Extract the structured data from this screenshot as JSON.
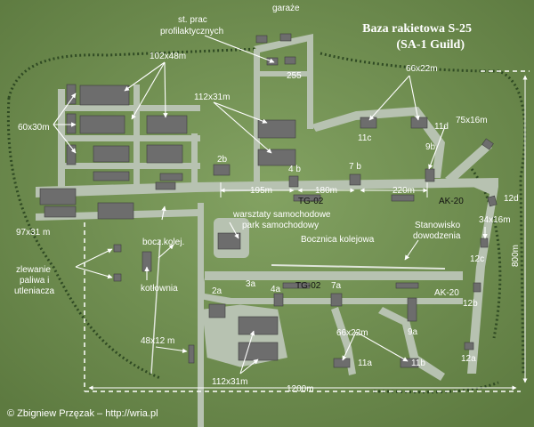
{
  "title": {
    "line1": "Baza rakietowa S-25",
    "line2": "(SA-1 Guild)"
  },
  "copyright": "© Zbigniew Przęzak – http://wria.pl",
  "labels": {
    "garaze": "garaże",
    "st_prac1": "st. prac",
    "st_prac2": "profilaktycznych",
    "l255": "255",
    "d102x48": "102x48m",
    "d112x31_top": "112x31m",
    "d60x30": "60x30m",
    "l2b": "2b",
    "l4b": "4 b",
    "l7b": "7 b",
    "l9b": "9b",
    "l11c": "11c",
    "l11d": "11d",
    "d66x22_top": "66x22m",
    "d75x16": "75x16m",
    "d195": "195m",
    "d180": "180m",
    "d220": "220m",
    "tg02_top": "TG-02",
    "ak20_top": "AK-20",
    "warsztaty": "warsztaty samochodowe",
    "park": "park samochodowy",
    "bocznica": "Bocznica kolejowa",
    "stanowisko1": "Stanowisko",
    "stanowisko2": "dowodzenia",
    "d34x16": "34x16m",
    "l12d": "12d",
    "l12c": "12c",
    "l12b": "12b",
    "l12a": "12a",
    "d800": "800m",
    "d97x31": "97x31 m",
    "bocz_kolej": "bocz.kolej.",
    "zlewanie1": "zlewanie",
    "zlewanie2": "paliwa i",
    "zlewanie3": "utleniacza",
    "kotlownia": "kotłownia",
    "l2a": "2a",
    "l3a": "3a",
    "l4a": "4a",
    "tg02_bottom": "TG-02",
    "l7a": "7a",
    "ak20_bottom": "AK-20",
    "l9a": "9a",
    "d66x22_bottom": "66x22m",
    "l11a": "11a",
    "l11b": "11b",
    "d48x12": "48x12 m",
    "d112x31_bottom": "112x31m",
    "d1200": "1200m"
  },
  "colors": {
    "background": "#6f8d4f",
    "road": "#b7c2b1",
    "building": "#6d6d6d",
    "label": "#ffffff"
  }
}
